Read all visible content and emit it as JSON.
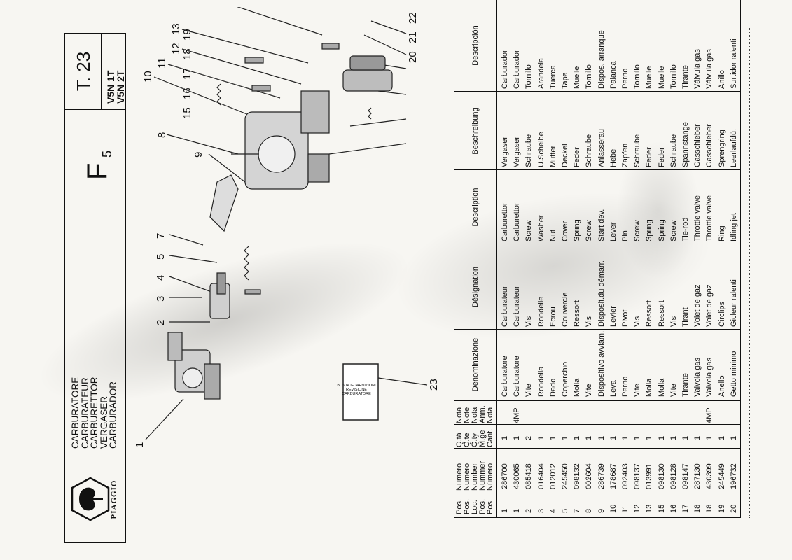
{
  "header": {
    "logo_text": "PIAGGIO",
    "titles": [
      "CARBURATORE",
      "CARBURATEUR",
      "CARBURETTOR",
      "VERGASER",
      "CARBURADOR"
    ],
    "group_letter": "F",
    "group_sub": "5",
    "table_code": "T. 23",
    "models": [
      "V5N 1T",
      "V5N 2T"
    ]
  },
  "diagram": {
    "kit_label": "BUSTA GUARNIZIONI REVISIONE CARBURATORE",
    "callouts": [
      "1",
      "2",
      "3",
      "4",
      "5",
      "7",
      "8",
      "9",
      "10",
      "11",
      "12",
      "13",
      "15",
      "16",
      "17",
      "18",
      "19",
      "20",
      "21",
      "22",
      "23"
    ]
  },
  "table": {
    "headers": {
      "pos": [
        "Pos.",
        "Pos.",
        "Loc.",
        "Pos.",
        "Pos."
      ],
      "numero": [
        "Numero",
        "Numéro",
        "Number",
        "Nummer",
        "Número"
      ],
      "qta": [
        "Q.tà",
        "Q.té",
        "Q.ty",
        "M.ge",
        "Cant."
      ],
      "nota": [
        "Nota",
        "Note",
        "Nota",
        "Anm.",
        "Nota"
      ],
      "denominazione": "Denominazione",
      "designation": "Désignation",
      "description": "Description",
      "beschreibung": "Beschreibung",
      "descripcion": "Descripción"
    },
    "rows": [
      {
        "pos": "1",
        "numero": "286700",
        "qta": "1",
        "nota": "",
        "it": "Carburatore",
        "fr": "Carburateur",
        "en": "Carburettor",
        "de": "Vergaser",
        "es": "Carburador"
      },
      {
        "pos": "1",
        "numero": "430065",
        "qta": "1",
        "nota": "4MP",
        "it": "Carburatore",
        "fr": "Carburateur",
        "en": "Carburettor",
        "de": "Vergaser",
        "es": "Carburador"
      },
      {
        "pos": "2",
        "numero": "085418",
        "qta": "2",
        "nota": "",
        "it": "Vite",
        "fr": "Vis",
        "en": "Screw",
        "de": "Schraube",
        "es": "Tornillo"
      },
      {
        "pos": "3",
        "numero": "016404",
        "qta": "1",
        "nota": "",
        "it": "Rondella",
        "fr": "Rondelle",
        "en": "Washer",
        "de": "U.Scheibe",
        "es": "Arandela"
      },
      {
        "pos": "4",
        "numero": "012012",
        "qta": "1",
        "nota": "",
        "it": "Dado",
        "fr": "Ecrou",
        "en": "Nut",
        "de": "Mutter",
        "es": "Tuerca"
      },
      {
        "pos": "5",
        "numero": "245450",
        "qta": "1",
        "nota": "",
        "it": "Coperchio",
        "fr": "Couvercle",
        "en": "Cover",
        "de": "Deckel",
        "es": "Tapa"
      },
      {
        "pos": "7",
        "numero": "098132",
        "qta": "1",
        "nota": "",
        "it": "Molla",
        "fr": "Ressort",
        "en": "Spring",
        "de": "Feder",
        "es": "Muelle"
      },
      {
        "pos": "8",
        "numero": "002604",
        "qta": "1",
        "nota": "",
        "it": "Vite",
        "fr": "Vis",
        "en": "Screw",
        "de": "Schraube",
        "es": "Tornillo"
      },
      {
        "pos": "9",
        "numero": "286739",
        "qta": "1",
        "nota": "",
        "it": "Dispositivo avviam.",
        "fr": "Disposit.du démarr.",
        "en": "Start dev.",
        "de": "Anlasserau",
        "es": "Dispos. arranque"
      },
      {
        "pos": "10",
        "numero": "178687",
        "qta": "1",
        "nota": "",
        "it": "Leva",
        "fr": "Levier",
        "en": "Lever",
        "de": "Hebel",
        "es": "Palanca"
      },
      {
        "pos": "11",
        "numero": "092403",
        "qta": "1",
        "nota": "",
        "it": "Perno",
        "fr": "Pivot",
        "en": "Pin",
        "de": "Zapfen",
        "es": "Perno"
      },
      {
        "pos": "12",
        "numero": "098137",
        "qta": "1",
        "nota": "",
        "it": "Vite",
        "fr": "Vis",
        "en": "Screw",
        "de": "Schraube",
        "es": "Tornillo"
      },
      {
        "pos": "13",
        "numero": "013991",
        "qta": "1",
        "nota": "",
        "it": "Molla",
        "fr": "Ressort",
        "en": "Spring",
        "de": "Feder",
        "es": "Muelle"
      },
      {
        "pos": "15",
        "numero": "098130",
        "qta": "1",
        "nota": "",
        "it": "Molla",
        "fr": "Ressort",
        "en": "Spring",
        "de": "Feder",
        "es": "Muelle"
      },
      {
        "pos": "16",
        "numero": "098128",
        "qta": "1",
        "nota": "",
        "it": "Vite",
        "fr": "Vis",
        "en": "Screw",
        "de": "Schraube",
        "es": "Tornillo"
      },
      {
        "pos": "17",
        "numero": "098147",
        "qta": "1",
        "nota": "",
        "it": "Tirante",
        "fr": "Tirant",
        "en": "Tie-rod",
        "de": "Spannstange",
        "es": "Tirante"
      },
      {
        "pos": "18",
        "numero": "287130",
        "qta": "1",
        "nota": "",
        "it": "Valvola gas",
        "fr": "Volet de gaz",
        "en": "Throttle valve",
        "de": "Gasschieber",
        "es": "Válvula gas"
      },
      {
        "pos": "18",
        "numero": "430399",
        "qta": "1",
        "nota": "4MP",
        "it": "Valvola gas",
        "fr": "Volet de gaz",
        "en": "Throttle valve",
        "de": "Gasschieber",
        "es": "Válvula gas"
      },
      {
        "pos": "19",
        "numero": "245449",
        "qta": "1",
        "nota": "",
        "it": "Anello",
        "fr": "Circlips",
        "en": "Ring",
        "de": "Sprengring",
        "es": "Anillo"
      },
      {
        "pos": "20",
        "numero": "196732",
        "qta": "1",
        "nota": "",
        "it": "Getto minimo",
        "fr": "Gicleur ralenti",
        "en": "Idling jet",
        "de": "Leerlaufdü.",
        "es": "Surtidor ralenti"
      }
    ]
  }
}
